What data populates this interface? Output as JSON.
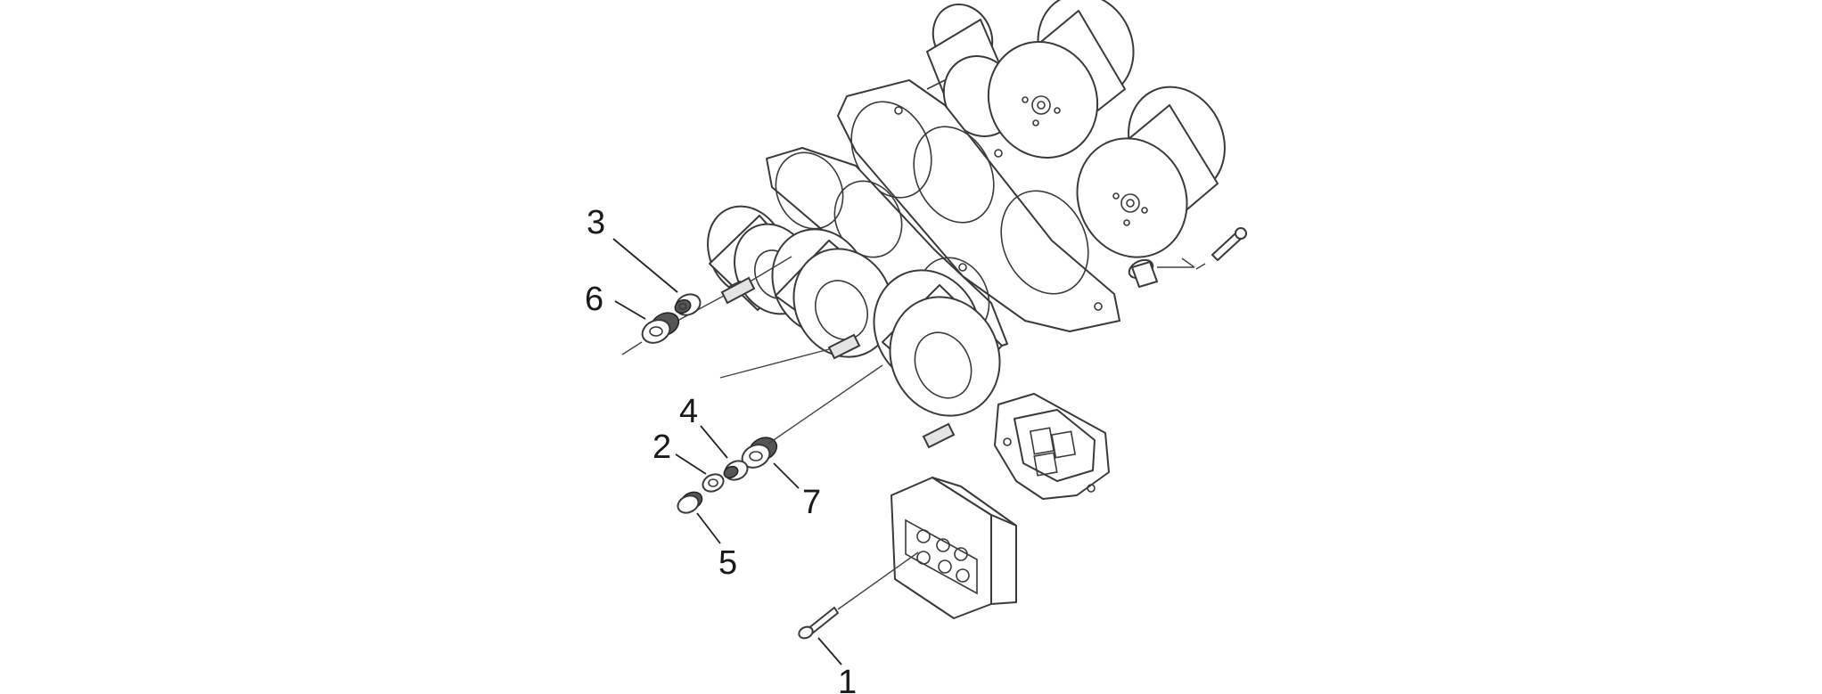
{
  "callouts": [
    {
      "id": "callout-1",
      "text": "1"
    },
    {
      "id": "callout-2",
      "text": "2"
    },
    {
      "id": "callout-3",
      "text": "3"
    },
    {
      "id": "callout-4",
      "text": "4"
    },
    {
      "id": "callout-5",
      "text": "5"
    },
    {
      "id": "callout-6",
      "text": "6"
    },
    {
      "id": "callout-7",
      "text": "7"
    }
  ],
  "colors": {
    "line": "#3a3a3a",
    "background": "#ffffff"
  }
}
